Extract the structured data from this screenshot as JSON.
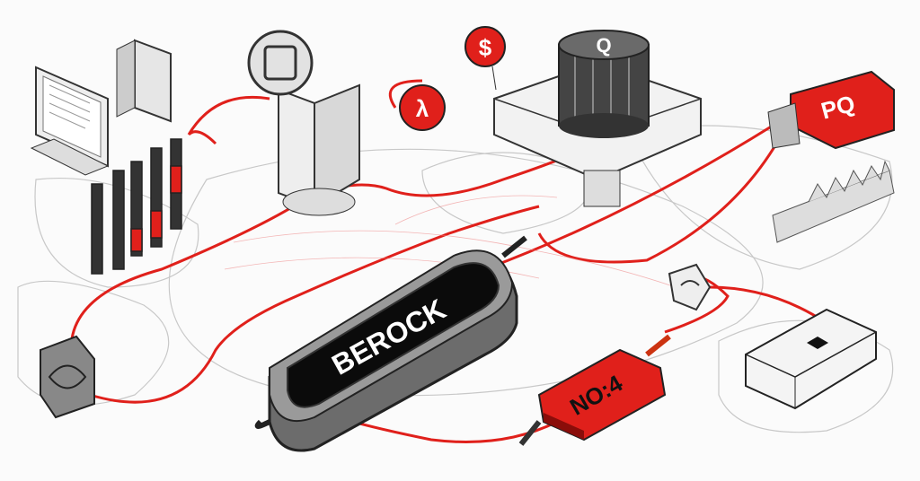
{
  "devices": {
    "main_adapter_label": "BEROCK",
    "red_adapter_label": "NO:4",
    "coin_symbol": "$",
    "red_badge_symbol": "λ",
    "red_connector_label": "PQ",
    "hub_symbol": "Q"
  },
  "colors": {
    "accent_red": "#e0201b",
    "dark": "#1a1a1a",
    "line_gray": "#9a9a9a"
  }
}
